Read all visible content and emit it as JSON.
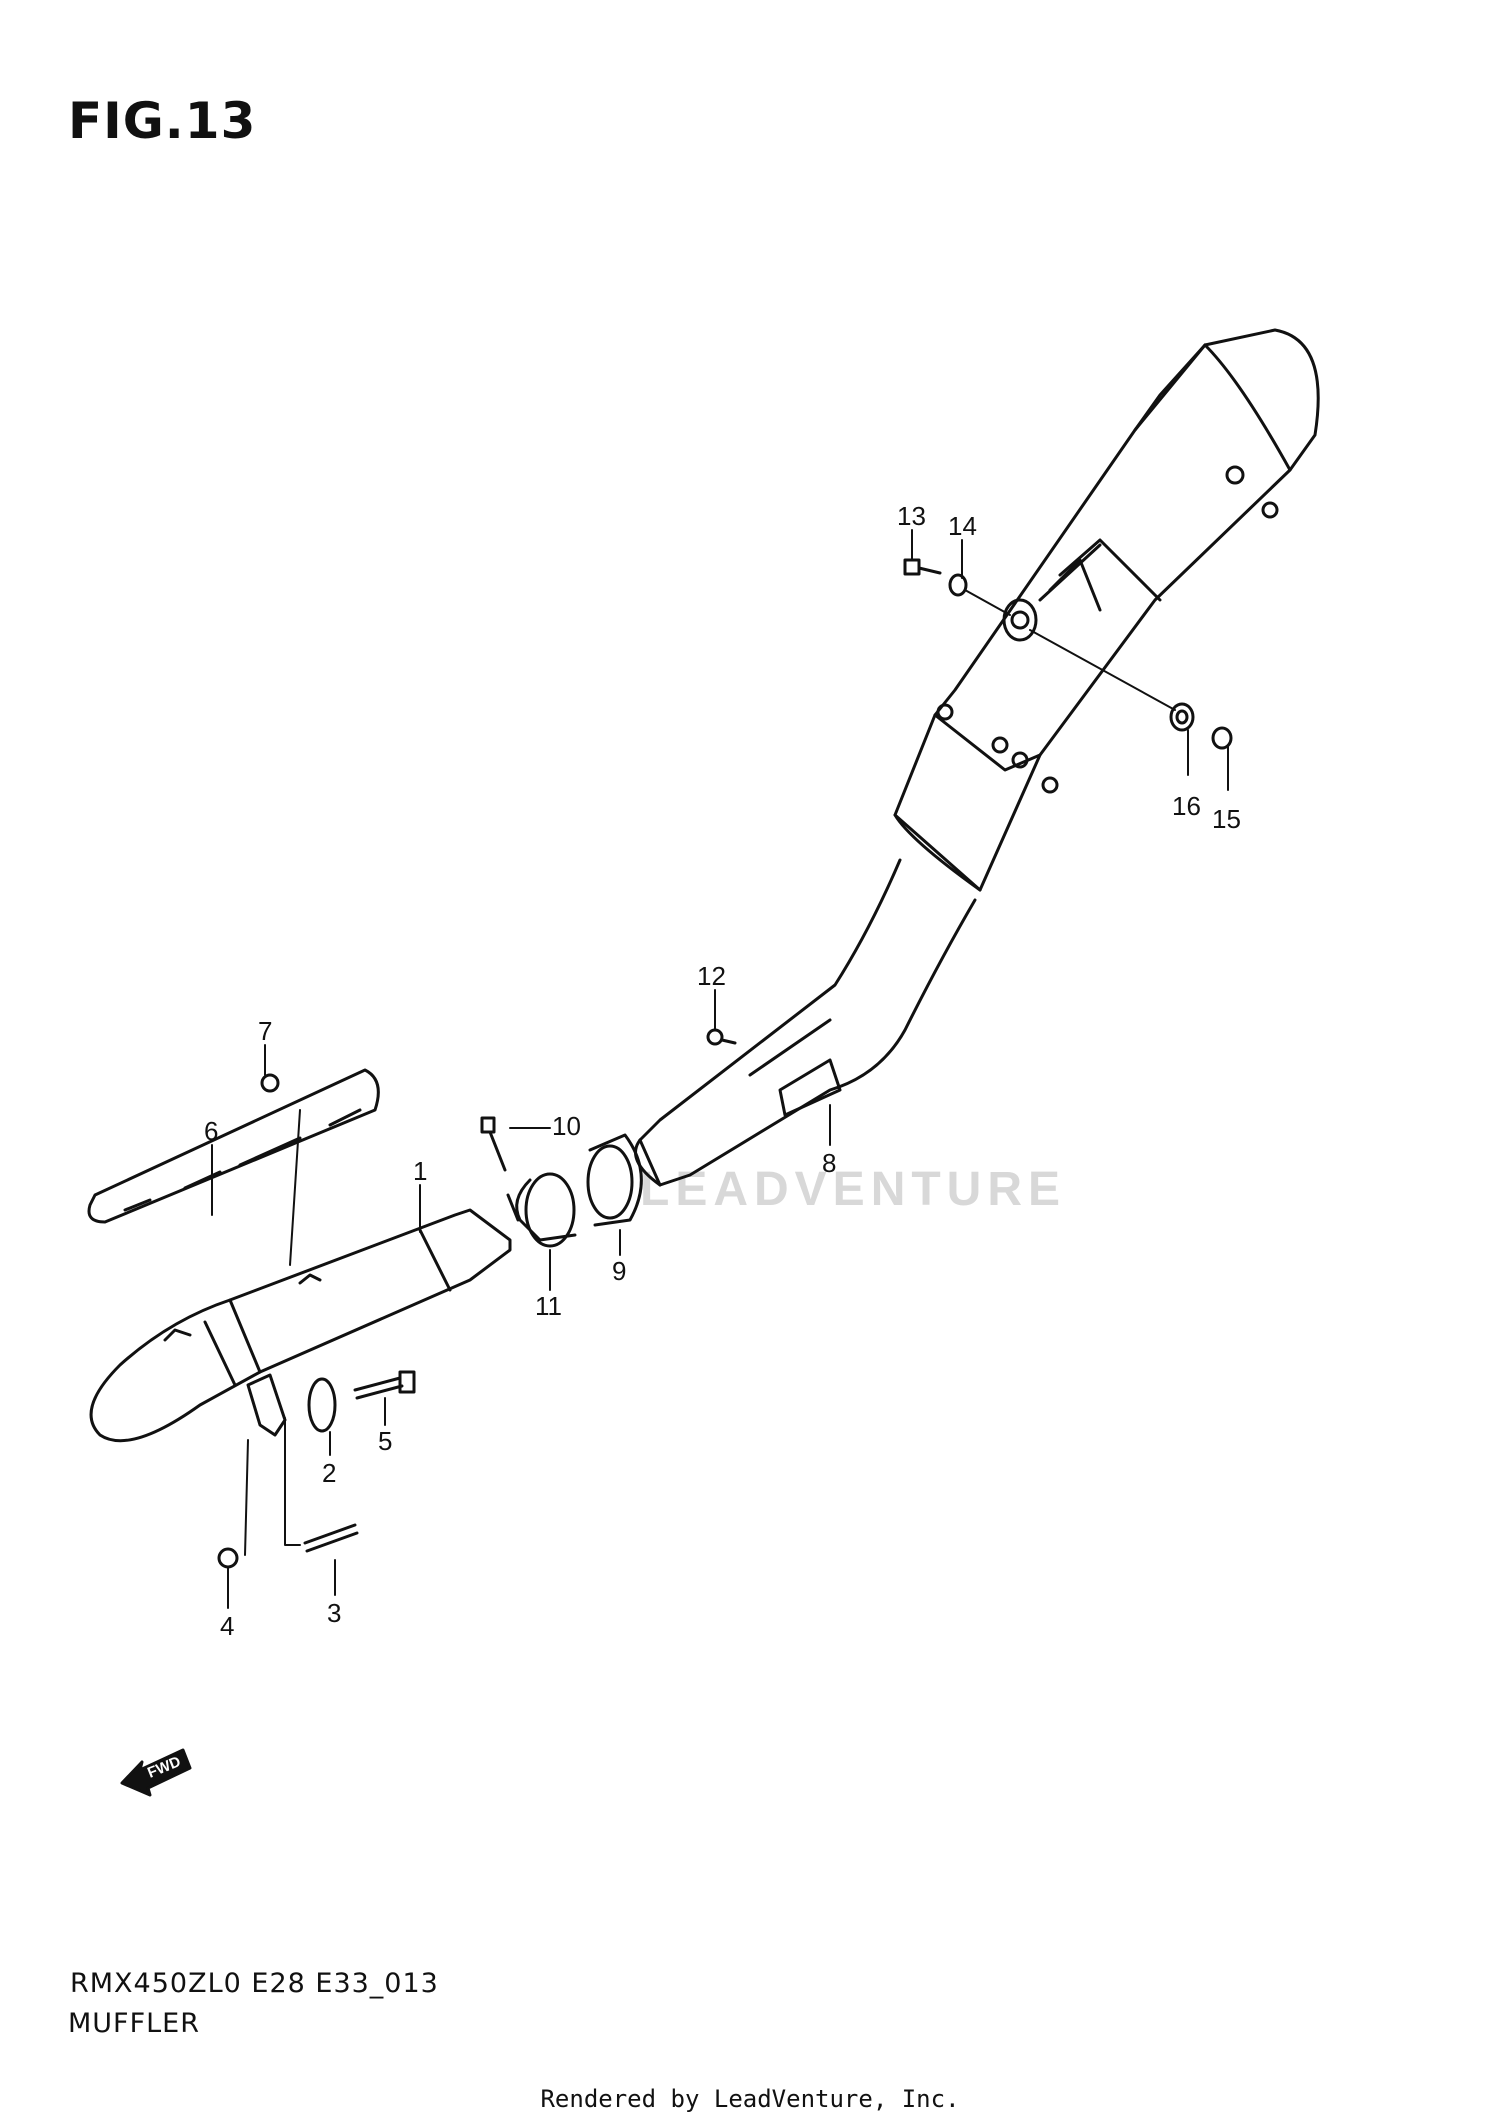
{
  "figure": {
    "title": "FIG.13"
  },
  "footer": {
    "code": "RMX450ZL0 E28 E33_013",
    "name": "MUFFLER"
  },
  "credit": "Rendered by LeadVenture, Inc.",
  "watermark": "LEADVENTURE",
  "fwd_label": "FWD",
  "callouts": [
    {
      "id": "c1",
      "label": "1"
    },
    {
      "id": "c2",
      "label": "2"
    },
    {
      "id": "c3",
      "label": "3"
    },
    {
      "id": "c4",
      "label": "4"
    },
    {
      "id": "c5",
      "label": "5"
    },
    {
      "id": "c6",
      "label": "6"
    },
    {
      "id": "c7",
      "label": "7"
    },
    {
      "id": "c8",
      "label": "8"
    },
    {
      "id": "c9",
      "label": "9"
    },
    {
      "id": "c10",
      "label": "10"
    },
    {
      "id": "c11",
      "label": "11"
    },
    {
      "id": "c12",
      "label": "12"
    },
    {
      "id": "c13",
      "label": "13"
    },
    {
      "id": "c14",
      "label": "14"
    },
    {
      "id": "c15",
      "label": "15"
    },
    {
      "id": "c16",
      "label": "16"
    }
  ]
}
